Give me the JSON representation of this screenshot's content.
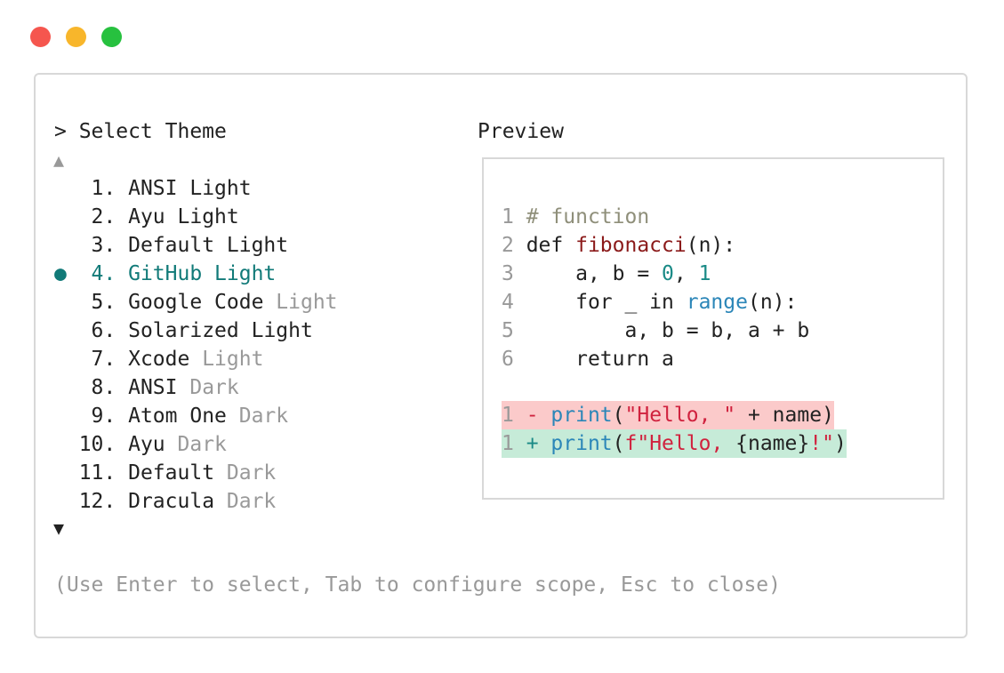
{
  "window": {
    "controls": [
      {
        "name": "close",
        "color": "#f5564e"
      },
      {
        "name": "minimize",
        "color": "#f8b62b"
      },
      {
        "name": "maximize",
        "color": "#27c13f"
      }
    ]
  },
  "selector": {
    "title": "> Select Theme",
    "scroll_up_icon": "▲",
    "scroll_down_icon": "▼",
    "selected_marker": "●",
    "selected_index": 3,
    "accent_color": "#117a78",
    "items": [
      {
        "number": "1.",
        "name": "ANSI",
        "suffix": "Light",
        "dim_suffix": false
      },
      {
        "number": "2.",
        "name": "Ayu",
        "suffix": "Light",
        "dim_suffix": false
      },
      {
        "number": "3.",
        "name": "Default",
        "suffix": "Light",
        "dim_suffix": false
      },
      {
        "number": "4.",
        "name": "GitHub",
        "suffix": "Light",
        "dim_suffix": false
      },
      {
        "number": "5.",
        "name": "Google Code",
        "suffix": "Light",
        "dim_suffix": true
      },
      {
        "number": "6.",
        "name": "Solarized",
        "suffix": "Light",
        "dim_suffix": false
      },
      {
        "number": "7.",
        "name": "Xcode",
        "suffix": "Light",
        "dim_suffix": true
      },
      {
        "number": "8.",
        "name": "ANSI",
        "suffix": "Dark",
        "dim_suffix": true
      },
      {
        "number": "9.",
        "name": "Atom One",
        "suffix": "Dark",
        "dim_suffix": true
      },
      {
        "number": "10.",
        "name": "Ayu",
        "suffix": "Dark",
        "dim_suffix": true
      },
      {
        "number": "11.",
        "name": "Default",
        "suffix": "Dark",
        "dim_suffix": true
      },
      {
        "number": "12.",
        "name": "Dracula",
        "suffix": "Dark",
        "dim_suffix": true
      }
    ]
  },
  "preview": {
    "label": "Preview",
    "code_lines": [
      {
        "n": "1",
        "tokens": [
          [
            "# function",
            "comment"
          ]
        ]
      },
      {
        "n": "2",
        "tokens": [
          [
            "def ",
            "plain"
          ],
          [
            "fibonacci",
            "fn"
          ],
          [
            "(n):",
            "plain"
          ]
        ]
      },
      {
        "n": "3",
        "tokens": [
          [
            "    a, b = ",
            "plain"
          ],
          [
            "0",
            "num"
          ],
          [
            ", ",
            "plain"
          ],
          [
            "1",
            "num"
          ]
        ]
      },
      {
        "n": "4",
        "tokens": [
          [
            "    for _ in ",
            "plain"
          ],
          [
            "range",
            "builtin"
          ],
          [
            "(n):",
            "plain"
          ]
        ]
      },
      {
        "n": "5",
        "tokens": [
          [
            "        a, b = b, a + b",
            "plain"
          ]
        ]
      },
      {
        "n": "6",
        "tokens": [
          [
            "    return a",
            "plain"
          ]
        ]
      }
    ],
    "diff_lines": [
      {
        "n": "1",
        "kind": "del",
        "tokens": [
          [
            "- ",
            "str"
          ],
          [
            "print",
            "builtin"
          ],
          [
            "(",
            "plain"
          ],
          [
            "\"Hello, \"",
            "str"
          ],
          [
            " + name)",
            "plain"
          ]
        ]
      },
      {
        "n": "1",
        "kind": "add",
        "tokens": [
          [
            "+ ",
            "num"
          ],
          [
            "print",
            "builtin"
          ],
          [
            "(",
            "plain"
          ],
          [
            "f\"Hello, ",
            "str"
          ],
          [
            "{name}",
            "plain"
          ],
          [
            "!\"",
            "str"
          ],
          [
            ")",
            "plain"
          ]
        ]
      }
    ]
  },
  "footer": {
    "hint": "(Use Enter to select, Tab to configure scope, Esc to close)"
  }
}
